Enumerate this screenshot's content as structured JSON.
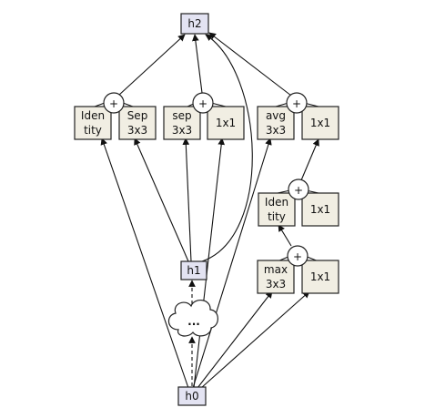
{
  "nodes": {
    "h0": "h0",
    "h1": "h1",
    "h2": "h2",
    "cloud": "...",
    "plus": "+"
  },
  "ops": {
    "identity_top": [
      "Iden",
      "tity"
    ],
    "sep3x3_a": [
      "Sep",
      "3x3"
    ],
    "sep3x3_b": [
      "sep",
      "3x3"
    ],
    "conv1x1_a": [
      "1x1"
    ],
    "avg3x3": [
      "avg",
      "3x3"
    ],
    "conv1x1_b": [
      "1x1"
    ],
    "identity_mid": [
      "Iden",
      "tity"
    ],
    "conv1x1_c": [
      "1x1"
    ],
    "max3x3": [
      "max",
      "3x3"
    ],
    "conv1x1_d": [
      "1x1"
    ]
  }
}
